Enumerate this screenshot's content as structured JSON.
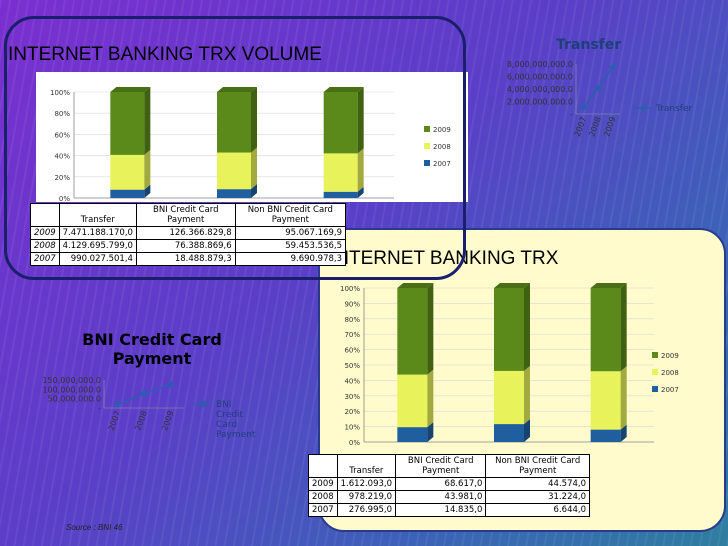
{
  "page": {
    "title_volume": "INTERNET BANKING TRX VOLUME",
    "title_trx": "INTERNET BANKING TRX",
    "source": "Source : BNI 46"
  },
  "chart_data": [
    {
      "type": "bar",
      "stacked": "percent",
      "categories": [
        "Transfer",
        "BNI Credit Card Payment",
        "Non BNI Credit Card Payment"
      ],
      "series": [
        {
          "name": "2009",
          "color": "#5c8a1a",
          "values": [
            7471188170.0,
            126366829.8,
            95067169.9
          ]
        },
        {
          "name": "2008",
          "color": "#e8f25a",
          "values": [
            4129695799.0,
            76388869.6,
            59453536.5
          ]
        },
        {
          "name": "2007",
          "color": "#1f5fa0",
          "values": [
            990027501.4,
            18488879.3,
            9690978.3
          ]
        }
      ],
      "yticks": [
        "0%",
        "20%",
        "40%",
        "60%",
        "80%",
        "100%"
      ],
      "legend": "right",
      "table": {
        "headers": [
          "",
          "Transfer",
          "BNI Credit Card Payment",
          "Non BNI Credit Card Payment"
        ],
        "rows": [
          [
            "2009",
            "7.471.188.170,0",
            "126.366.829,8",
            "95.067.169,9"
          ],
          [
            "2008",
            "4.129.695.799,0",
            "76.388.869,6",
            "59.453.536,5"
          ],
          [
            "2007",
            "990.027.501,4",
            "18.488.879,3",
            "9.690.978,3"
          ]
        ]
      }
    },
    {
      "type": "bar",
      "stacked": "percent",
      "categories": [
        "Transfer",
        "BNI Credit Card Payment",
        "Non BNI Credit Card Payment"
      ],
      "series": [
        {
          "name": "2009",
          "color": "#5c8a1a",
          "values": [
            1612093.0,
            68617.0,
            44574.0
          ]
        },
        {
          "name": "2008",
          "color": "#e8f25a",
          "values": [
            978219.0,
            43981.0,
            31224.0
          ]
        },
        {
          "name": "2007",
          "color": "#1f5fa0",
          "values": [
            276995.0,
            14835.0,
            6644.0
          ]
        }
      ],
      "yticks": [
        "0%",
        "10%",
        "20%",
        "30%",
        "40%",
        "50%",
        "60%",
        "70%",
        "80%",
        "90%",
        "100%"
      ],
      "legend": "right",
      "table": {
        "headers": [
          "",
          "Transfer",
          "BNI Credit Card Payment",
          "Non BNI Credit Card Payment"
        ],
        "rows": [
          [
            "2009",
            "1.612.093,0",
            "68.617,0",
            "44.574,0"
          ],
          [
            "2008",
            "978.219,0",
            "43.981,0",
            "31.224,0"
          ],
          [
            "2007",
            "276.995,0",
            "14.835,0",
            "6.644,0"
          ]
        ]
      }
    },
    {
      "type": "line",
      "title": "Transfer",
      "x": [
        "2007",
        "2008",
        "2009"
      ],
      "series": [
        {
          "name": "Transfer",
          "color": "#2a5fb0",
          "values": [
            990027501.4,
            4129695799.0,
            7471188170.0
          ]
        }
      ],
      "yticks": [
        "-",
        "2,000,000,000.0",
        "4,000,000,000.0",
        "6,000,000,000.0",
        "8,000,000,000.0"
      ],
      "ylim": [
        0,
        8000000000
      ],
      "legend": "right"
    },
    {
      "type": "line",
      "title": "BNI Credit Card Payment",
      "x": [
        "2007",
        "2008",
        "2009"
      ],
      "series": [
        {
          "name": "BNI Credit Card Payment",
          "color": "#2a5fb0",
          "values": [
            18488879.3,
            76388869.6,
            126366829.8
          ]
        }
      ],
      "yticks": [
        "-",
        "50,000,000.0",
        "100,000,000.0",
        "150,000,000.0"
      ],
      "ylim": [
        0,
        150000000
      ],
      "legend": "right"
    }
  ]
}
